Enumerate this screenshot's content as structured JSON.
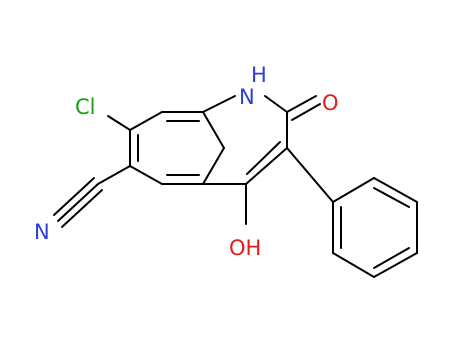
{
  "molecule": {
    "labels": {
      "chlorine": "Cl",
      "nh": "H",
      "nh_n": "N",
      "carbonyl_oxygen": "O",
      "nitrile_nitrogen": "N",
      "hydroxyl": "OH"
    },
    "colors": {
      "bond": "#000000",
      "chlorine": "#1a9e1a",
      "nitrogen": "#2b3fd6",
      "oxygen": "#e01e1e"
    }
  }
}
